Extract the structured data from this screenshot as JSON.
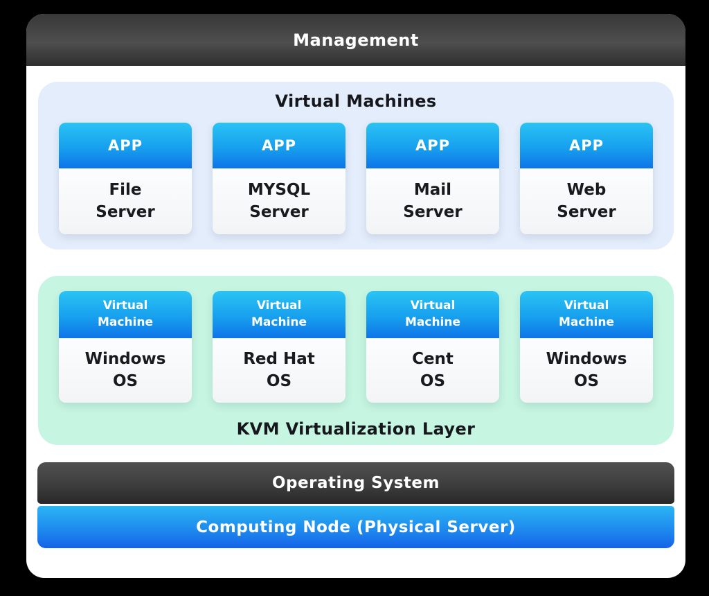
{
  "colors": {
    "page_background": "#000000",
    "panel_background": "#ffffff",
    "dark_bar": "#3d3d3d",
    "card_header_gradient_top": "#2bc3f4",
    "card_header_gradient_bottom": "#0e74e8",
    "node_bar_gradient_top": "#2cb5f3",
    "node_bar_gradient_bottom": "#1563e8",
    "vm_section_background": "#e4edfb",
    "kvm_section_background": "#c6f6e1",
    "card_body_background": "#f8f9fb",
    "text_dark": "#191a1d",
    "text_light": "#ffffff"
  },
  "management_bar": {
    "label": "Management"
  },
  "vm_section": {
    "title": "Virtual Machines",
    "cards": [
      {
        "header": "APP",
        "name": "File\nServer"
      },
      {
        "header": "APP",
        "name": "MYSQL\nServer"
      },
      {
        "header": "APP",
        "name": "Mail\nServer"
      },
      {
        "header": "APP",
        "name": "Web\nServer"
      }
    ]
  },
  "kvm_section": {
    "title": "KVM Virtualization Layer",
    "cards": [
      {
        "header": "Virtual\nMachine",
        "name": "Windows\nOS"
      },
      {
        "header": "Virtual\nMachine",
        "name": "Red Hat\nOS"
      },
      {
        "header": "Virtual\nMachine",
        "name": "Cent\nOS"
      },
      {
        "header": "Virtual\nMachine",
        "name": "Windows\nOS"
      }
    ]
  },
  "os_bar": {
    "label": "Operating System"
  },
  "node_bar": {
    "label": "Computing Node (Physical Server)"
  }
}
